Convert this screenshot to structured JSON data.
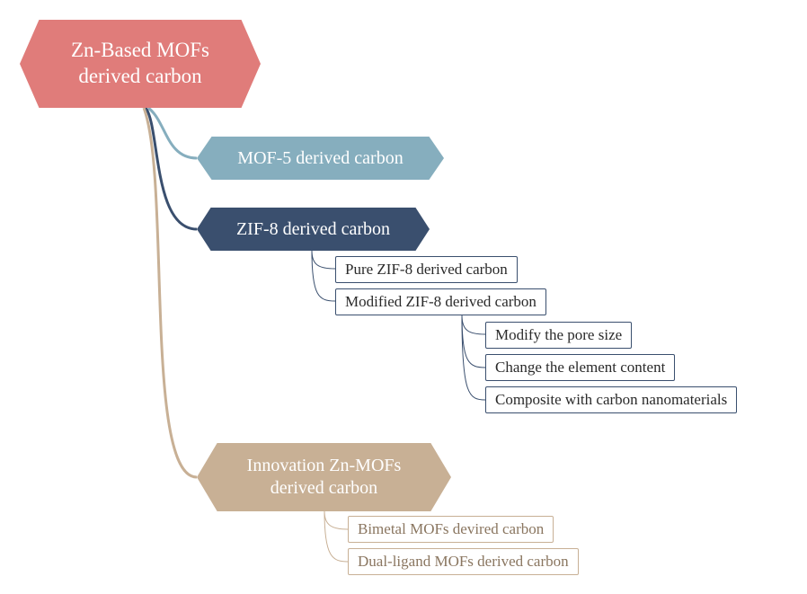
{
  "colors": {
    "root": "#e07c7a",
    "mof5": "#86aebe",
    "zif8": "#3a4f6e",
    "innovation": "#c8b095",
    "text_light": "#ffffff",
    "text_dark": "#2a2a2a",
    "text_tan": "#8a7660"
  },
  "root": {
    "line1": "Zn-Based MOFs",
    "line2": "derived carbon"
  },
  "branches": {
    "mof5": {
      "label": "MOF-5 derived carbon"
    },
    "zif8": {
      "label": "ZIF-8 derived carbon",
      "children": {
        "pure": "Pure ZIF-8 derived carbon",
        "modified": {
          "label": "Modified ZIF-8 derived carbon",
          "children": [
            "Modify the pore size",
            "Change the element content",
            "Composite with carbon nanomaterials"
          ]
        }
      }
    },
    "innovation": {
      "line1": "Innovation Zn-MOFs",
      "line2": "derived carbon",
      "children": [
        "Bimetal MOFs devired carbon",
        "Dual-ligand MOFs derived carbon"
      ]
    }
  }
}
